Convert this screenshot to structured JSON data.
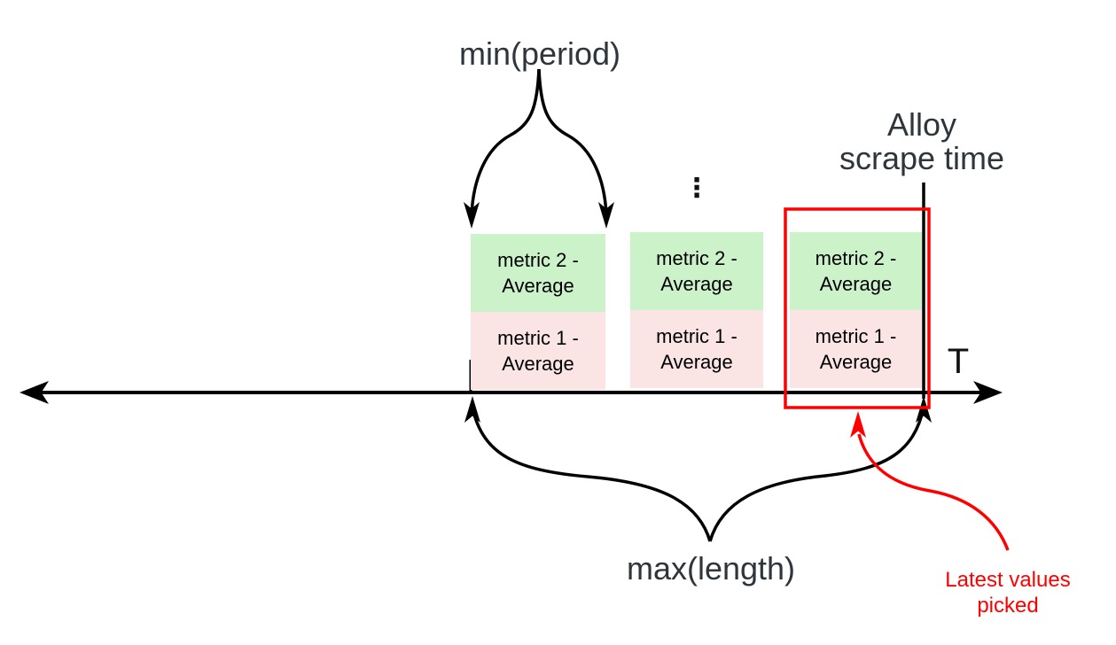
{
  "diagram": {
    "labels": {
      "min_period": "min(period)",
      "max_length": "max(length)",
      "alloy_scrape_time": "Alloy\nscrape time",
      "t_axis": "T",
      "latest_values": "Latest values\npicked"
    },
    "blocks": [
      {
        "top": "metric 2 - Average",
        "bottom": "metric 1 - Average"
      },
      {
        "top": "metric 2 - Average",
        "bottom": "metric 1 - Average"
      },
      {
        "top": "metric 2 - Average",
        "bottom": "metric 1 - Average"
      }
    ],
    "icons": {
      "vertical_ellipsis": "⋮"
    },
    "colors": {
      "metric2_fill": "#ccf2ca",
      "metric1_fill": "#fbe5e4",
      "annotation_red": "#ff0000",
      "line_black": "#000000",
      "label_dark": "#2e353b"
    }
  }
}
